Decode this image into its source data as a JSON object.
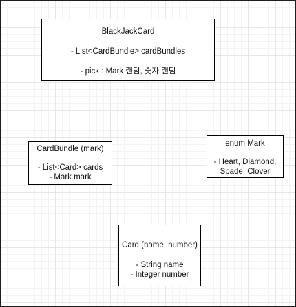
{
  "diagram": {
    "boxes": {
      "blackjack_card": {
        "title": "BlackJackCard",
        "fields": [
          "- List<CardBundle> cardBundles",
          "- pick : Mark 랜덤, 숫자 랜덤"
        ]
      },
      "card_bundle": {
        "title": "CardBundle (mark)",
        "fields": [
          "- List<Card> cards",
          "- Mark mark"
        ]
      },
      "enum_mark": {
        "title": "enum Mark",
        "fields": [
          "- Heart, Diamond,",
          "Spade, Clover"
        ]
      },
      "card": {
        "title": "Card (name, number)",
        "fields": [
          "- String name",
          "- Integer number"
        ]
      }
    }
  }
}
